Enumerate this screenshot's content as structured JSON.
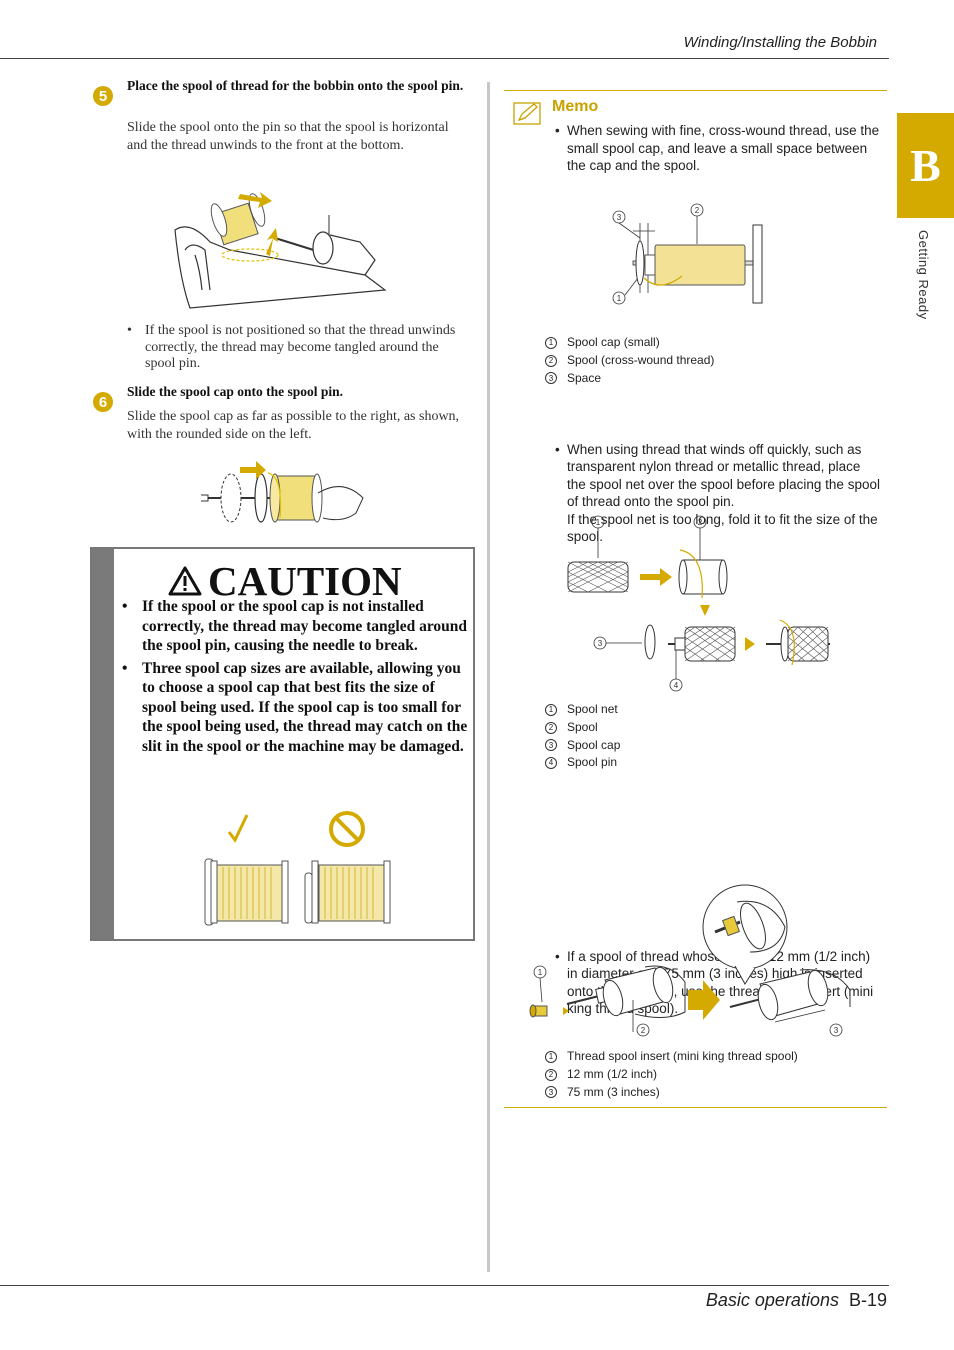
{
  "header": {
    "title": "Winding/Installing the Bobbin"
  },
  "tab": {
    "letter": "B",
    "side_label": "Getting Ready"
  },
  "footer": {
    "section": "Basic operations",
    "page": "B-19"
  },
  "step5": {
    "number": "5",
    "title": "Place the spool of thread for the bobbin onto the spool pin.",
    "body": "Slide the spool onto the pin so that the spool is horizontal and the thread unwinds to the front at the bottom.",
    "note": "If the spool is not positioned so that the thread unwinds correctly, the thread may become tangled around the spool pin."
  },
  "step6": {
    "number": "6",
    "title": "Slide the spool cap onto the spool pin.",
    "body": "Slide the spool cap as far as possible to the right, as shown, with the rounded side on the left."
  },
  "caution": {
    "title": "CAUTION",
    "items": [
      "If the spool or the spool cap is not installed correctly, the thread may become tangled around the spool pin, causing the needle to break.",
      "Three spool cap sizes are available, allowing you to choose a spool cap that best fits the size of spool being used. If the spool cap is too small for the spool being used, the thread may catch on the slit in the spool or the machine may be damaged."
    ]
  },
  "memo": {
    "title": "Memo",
    "bullet1": "When sewing with fine, cross-wound thread, use the small spool cap, and leave a small space between the cap and the spool.",
    "legend1": [
      "Spool cap (small)",
      "Spool (cross-wound thread)",
      "Space"
    ],
    "bullet2": "When using thread that winds off quickly, such as transparent nylon thread or metallic thread, place the spool net over the spool before placing the spool of thread onto the spool pin.",
    "bullet2b": "If the spool net is too long, fold it to fit the size of the spool.",
    "legend2": [
      "Spool net",
      "Spool",
      "Spool cap",
      "Spool pin"
    ],
    "bullet3": "If a spool of thread whose core is 12 mm (1/2 inch) in diameter and 75 mm (3 inches) high is inserted onto the spool pin, use the thread spool insert (mini king thread spool).",
    "legend3": [
      "Thread spool insert (mini king thread spool)",
      "12 mm (1/2 inch)",
      "75 mm (3 inches)"
    ]
  },
  "callouts": {
    "c1": "1",
    "c2": "2",
    "c3": "3",
    "c4": "4"
  },
  "colors": {
    "accent": "#d4aa00",
    "caution_bar": "#7a7a7a"
  }
}
